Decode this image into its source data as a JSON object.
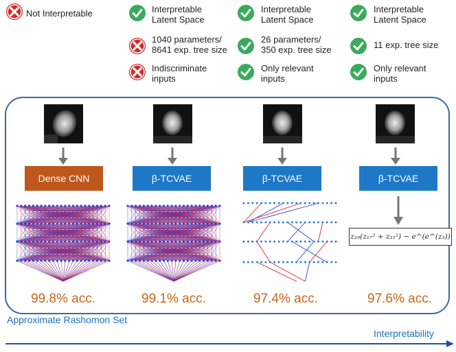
{
  "criteria": {
    "col1": {
      "row1": "Not Interpretable"
    },
    "col2": {
      "row1": [
        "Interpretable",
        "Latent Space"
      ],
      "row2": [
        "1040 parameters/",
        "8641 exp. tree size"
      ],
      "row3": [
        "Indiscriminate",
        "inputs"
      ]
    },
    "col3": {
      "row1": [
        "Interpretable",
        "Latent Space"
      ],
      "row2": [
        "26 parameters/",
        "350 exp. tree size"
      ],
      "row3": [
        "Only relevant",
        "inputs"
      ]
    },
    "col4": {
      "row1": [
        "Interpretable",
        "Latent Space"
      ],
      "row2": [
        "11 exp. tree size"
      ],
      "row3": [
        "Only relevant",
        "inputs"
      ]
    }
  },
  "models": [
    {
      "label": "Dense CNN",
      "color": "#c0571a",
      "accuracy": "99.8% acc."
    },
    {
      "label": "β-TCVAE",
      "color": "#1e78c8",
      "accuracy": "99.1% acc."
    },
    {
      "label": "β-TCVAE",
      "color": "#1e78c8",
      "accuracy": "97.4% acc."
    },
    {
      "label": "β-TCVAE",
      "color": "#1e78c8",
      "accuracy": "97.6% acc."
    }
  ],
  "formula": "z₂₉(z₁₇² + z₂₁²) − e^(e^(z₃))",
  "rashomon_label": "Approximate Rashomon Set",
  "axis_label": "Interpretability",
  "colors": {
    "check": "#3aaa5c",
    "cross": "#d62828",
    "frame": "#3a6a9e",
    "accuracy": "#c8651b",
    "blue_text": "#1e6fc0"
  }
}
